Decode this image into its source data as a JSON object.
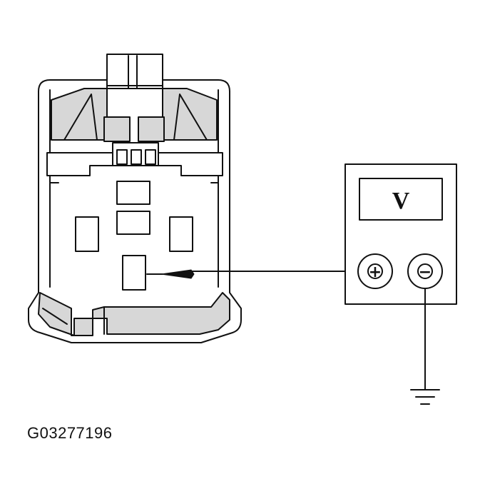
{
  "figure_id": "G03277196",
  "meter": {
    "display_label": "V",
    "positive_label": "+",
    "negative_label": "−"
  },
  "components": [
    "connector",
    "voltmeter",
    "probe",
    "ground"
  ]
}
